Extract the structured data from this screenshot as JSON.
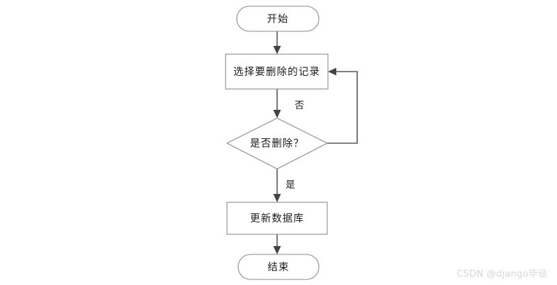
{
  "diagram": {
    "type": "flowchart",
    "orientation": "top-to-bottom",
    "background_color": "#ffffff",
    "node_fill_color": "#ffffff",
    "node_border_color": "#8a8a8a",
    "connector_color": "#555555",
    "text_color": "#1b1b1b",
    "nodes": [
      {
        "id": "start",
        "shape": "stadium",
        "label": "开始"
      },
      {
        "id": "select",
        "shape": "rectangle",
        "label": "选择要删除的记录"
      },
      {
        "id": "decision",
        "shape": "diamond",
        "label": "是否删除？"
      },
      {
        "id": "update",
        "shape": "rectangle",
        "label": "更新数据库"
      },
      {
        "id": "end",
        "shape": "stadium",
        "label": "结束"
      }
    ],
    "edges": [
      {
        "from": "start",
        "to": "select",
        "label": ""
      },
      {
        "from": "select",
        "to": "decision",
        "label": ""
      },
      {
        "from": "decision",
        "to": "select",
        "label": "否"
      },
      {
        "from": "decision",
        "to": "update",
        "label": "是"
      },
      {
        "from": "update",
        "to": "end",
        "label": ""
      }
    ]
  },
  "labels": {
    "no_branch": "否",
    "yes_branch": "是"
  },
  "watermark": {
    "text": "CSDN @django毕设",
    "color": "#d6d6d6"
  }
}
